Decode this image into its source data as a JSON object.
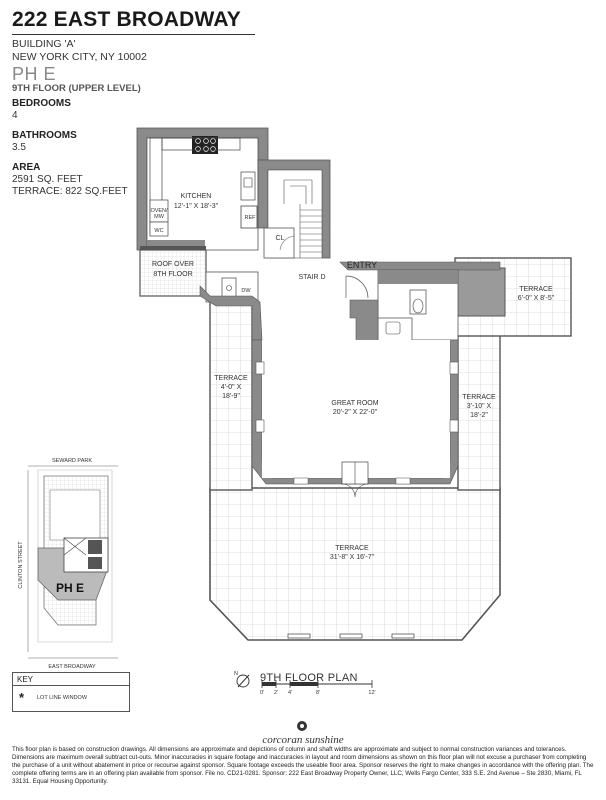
{
  "building": {
    "name": "222 EAST BROADWAY",
    "building_label": "BUILDING 'A'",
    "address": "NEW YORK CITY, NY 10002"
  },
  "unit": {
    "name": "PH  E",
    "floor": "9TH FLOOR (UPPER LEVEL)",
    "bedrooms_label": "BEDROOMS",
    "bedrooms": "4",
    "bathrooms_label": "BATHROOMS",
    "bathrooms": "3.5",
    "area_label": "AREA",
    "area": "2591 SQ. FEET",
    "terrace_area": "TERRACE: 822 SQ.FEET"
  },
  "rooms": {
    "kitchen": "KITCHEN",
    "kitchen_dim": "12'-1\" X 18'-3\"",
    "oven": "OVEN/",
    "mw": "MW",
    "wc": "WC",
    "ref": "REF",
    "cl": "CL",
    "dw": "DW",
    "roof_over_1": "ROOF OVER",
    "roof_over_2": "8TH FLOOR",
    "stair": "STAIR D",
    "entry": "ENTRY",
    "terrace_ne": "TERRACE",
    "terrace_ne_dim": "6'-0\" X 8'-5\"",
    "terrace_w": "TERRACE",
    "terrace_w_dim1": "4'-0\" X",
    "terrace_w_dim2": "18'-9\"",
    "great_room": "GREAT ROOM",
    "great_room_dim": "20'-2\" X 22'-0\"",
    "terrace_e": "TERRACE",
    "terrace_e_dim1": "3'-10\" X",
    "terrace_e_dim2": "18'-2\"",
    "terrace_s": "TERRACE",
    "terrace_s_dim": "31'-8\" X 16'-7\""
  },
  "keyplan": {
    "north_street": "SEWARD PARK",
    "west_street": "CLINTON STREET",
    "south_street": "EAST BROADWAY",
    "unit_label": "PH E"
  },
  "key": {
    "title": "KEY",
    "symbol": "*",
    "text": "LOT LINE WINDOW"
  },
  "floorplan": {
    "title": "9TH FLOOR PLAN",
    "scale": [
      "0'",
      "2'",
      "4'",
      "8'",
      "12'"
    ],
    "north": "N"
  },
  "brand": "corcoran sunshine",
  "disclaimer": "This floor plan is based on construction drawings. All dimensions are approximate and depictions of column and shaft widths are approximate and subject to normal construction variances and tolerances. Dimensions are maximum overall subtract cut-outs. Minor inaccuracies in square footage and inaccuracies in layout and room dimensions as shown on this floor plan will not excuse a purchaser from completing the purchase of a unit without abatement in price or recourse against sponsor. Square footage exceeds the useable floor area. Sponsor reserves the right to make changes in accordance with the offering plan. The complete offering terms are in an offering plan available from sponsor. File no. CD21-0281. Sponsor: 222 East Broadway Property Owner, LLC, Wells Fargo Center, 333 S.E. 2nd Avenue – Ste 2830, Miami, FL 33131. Equal Housing Opportunity.",
  "colors": {
    "wall": "#8a8a8a",
    "line": "#444444",
    "terrace_tile": "#bbbbbb"
  }
}
